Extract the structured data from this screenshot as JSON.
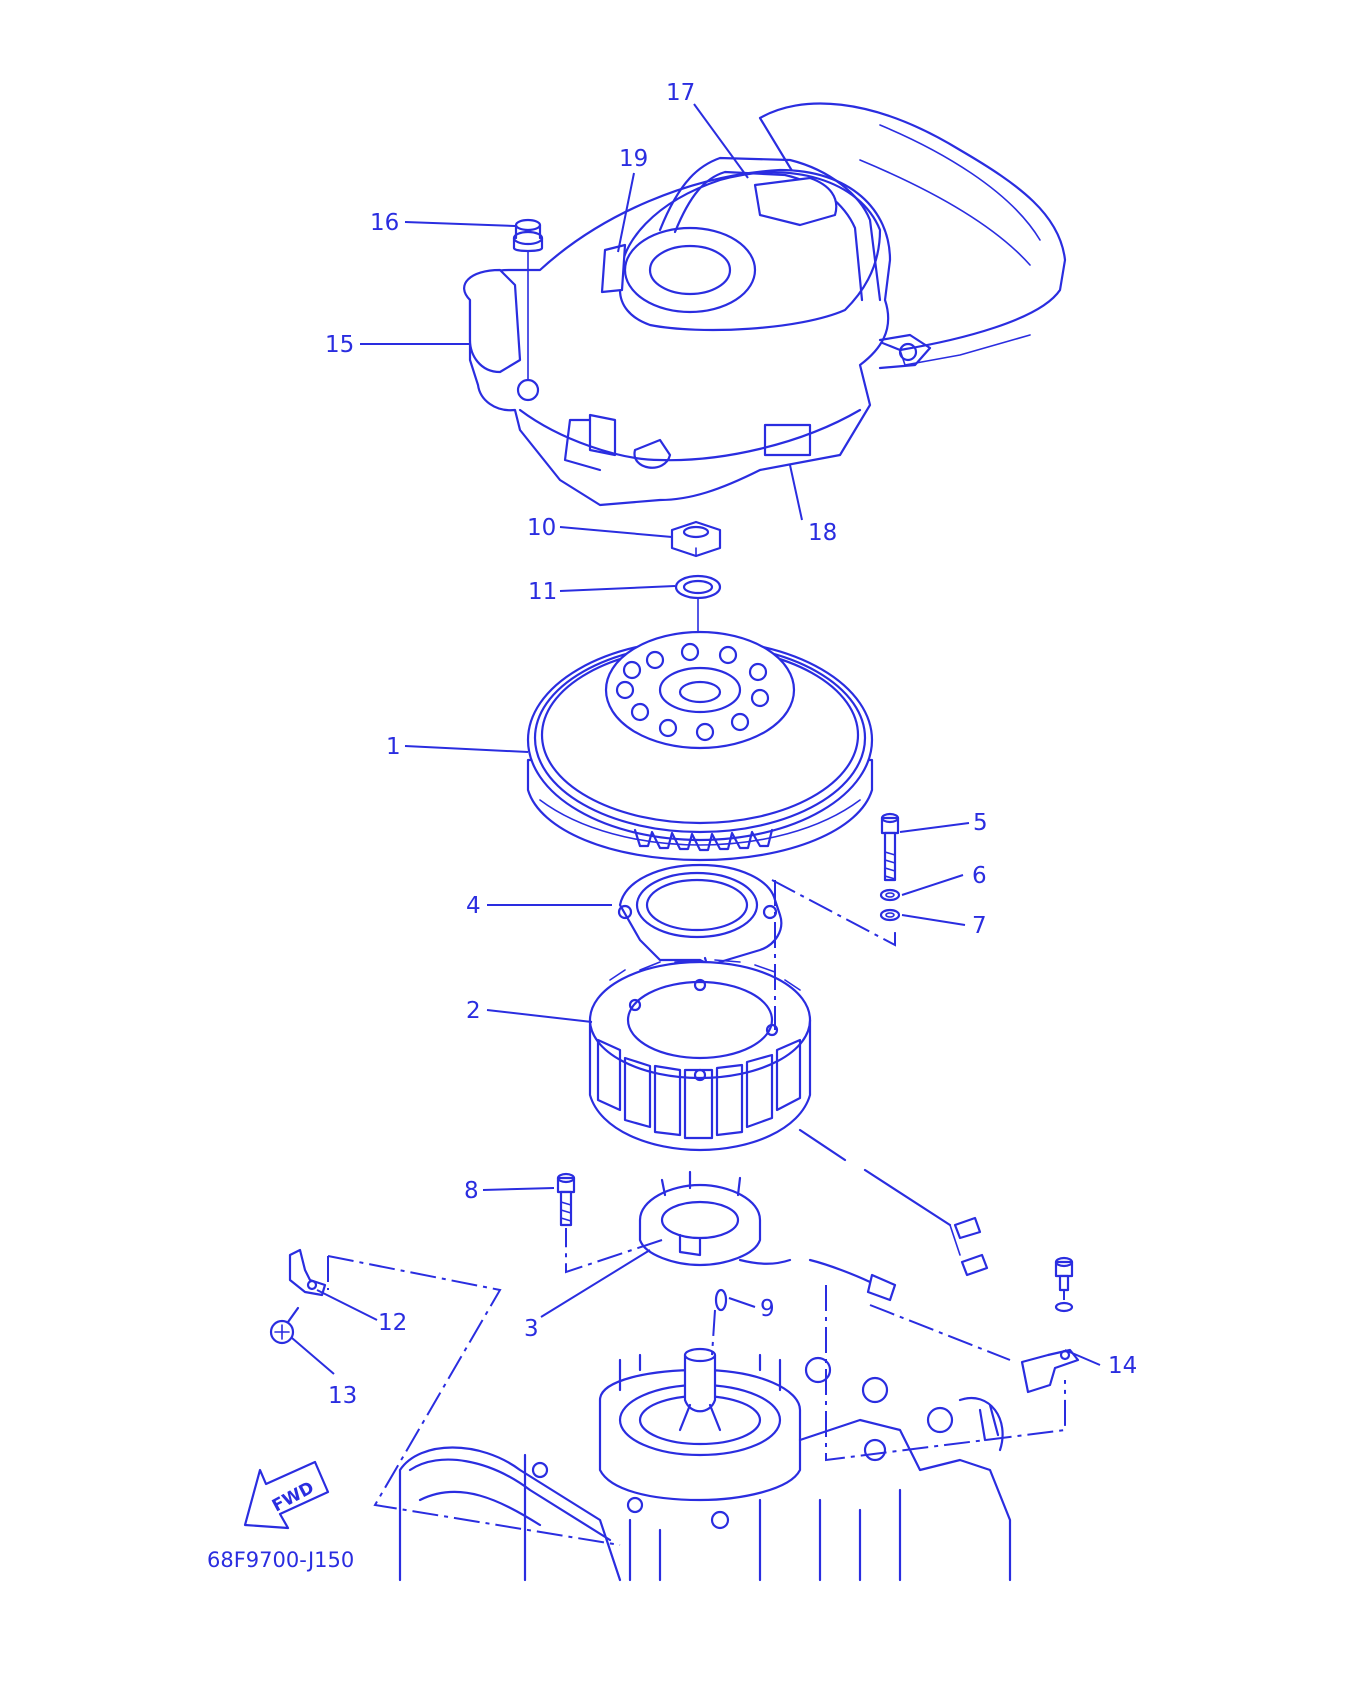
{
  "diagram": {
    "code": "68F9700-J150",
    "direction_label": "FWD",
    "line_color": "#2a2de0",
    "callouts": [
      "1",
      "2",
      "3",
      "4",
      "5",
      "6",
      "7",
      "8",
      "9",
      "10",
      "11",
      "12",
      "13",
      "14",
      "15",
      "16",
      "17",
      "18",
      "19"
    ]
  }
}
